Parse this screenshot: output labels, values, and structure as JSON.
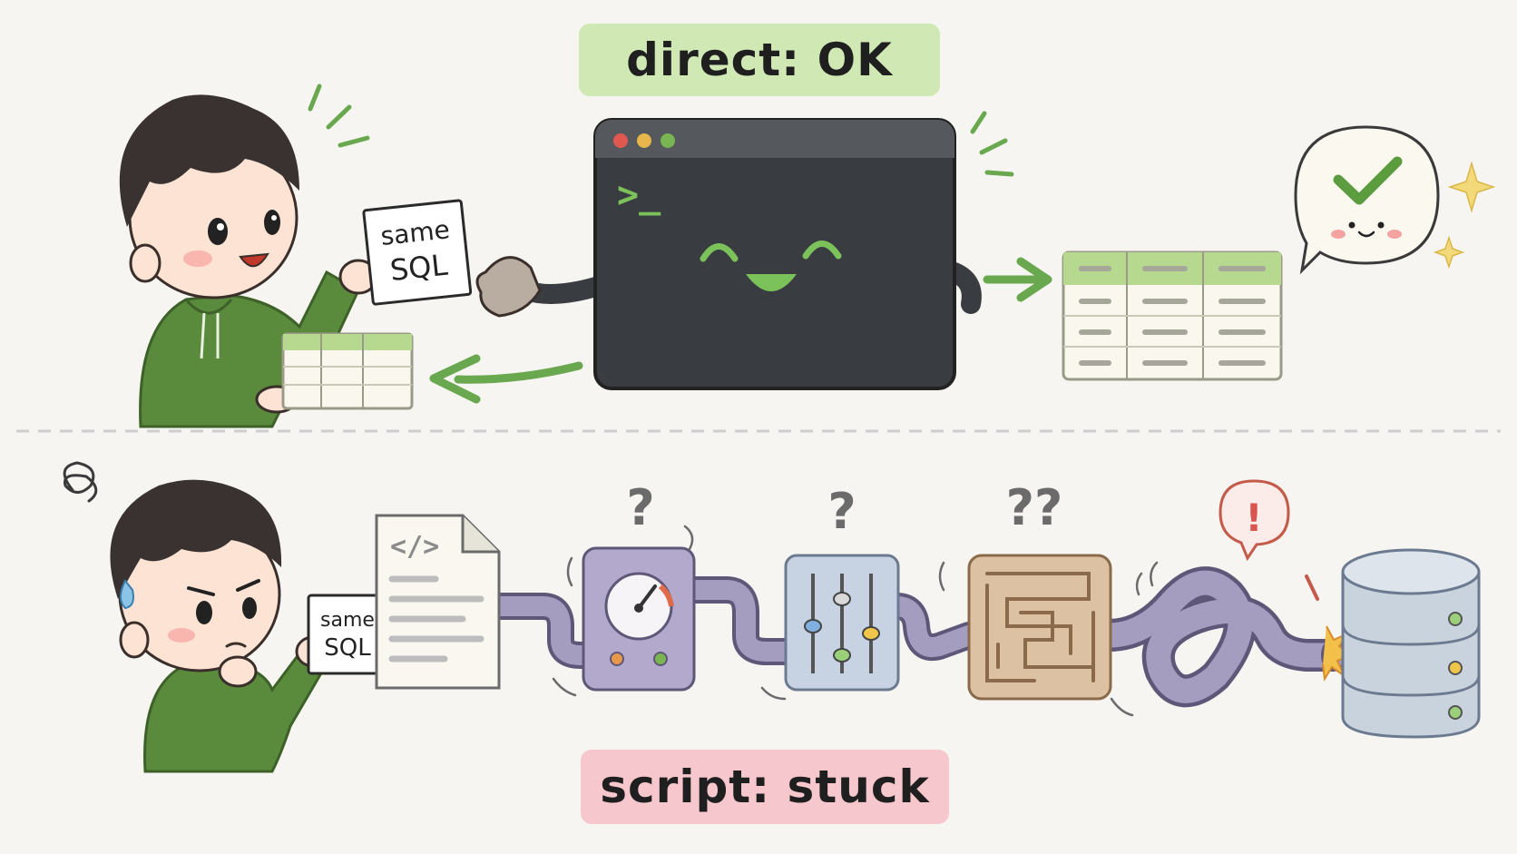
{
  "labels": {
    "top": "direct: OK",
    "bottom": "script: stuck"
  },
  "notes": {
    "top_line1": "same",
    "top_line2": "SQL",
    "bottom_line1": "same",
    "bottom_line2": "SQL"
  },
  "terminal": {
    "prompt": ">_"
  },
  "script_file": {
    "code_tag": "</>"
  },
  "marks": {
    "question_1": "?",
    "question_2": "?",
    "question_3": "??",
    "alert": "!"
  },
  "colors": {
    "background": "#f6f5f1",
    "ok_green": "#cfe8b4",
    "stuck_pink": "#f6c7cd",
    "arrow_green": "#6aa84f",
    "terminal_dark": "#393c41",
    "pipe_purple": "#8d84a8",
    "db_blue": "#c9d3de",
    "error_red": "#d9534f"
  }
}
